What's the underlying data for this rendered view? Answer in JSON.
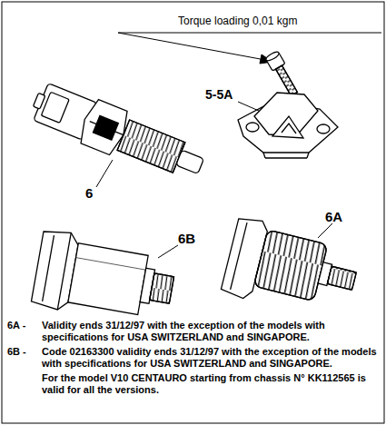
{
  "diagram": {
    "labels": [
      "Torque loading 0,01 kgm",
      "5-5A",
      "6",
      "6B",
      "6A",
      "6A -",
      "Validity ends 31/12/97 with the exception of the models with specifications for USA SWITZERLAND and SINGAPORE.",
      "6B -",
      "Code 02163300 validity ends 31/12/97 with the exception of the models with specifications for USA  SWITZERLAND and SINGAPORE.",
      "For the model V10 CENTAURO starting from chassis N° KK112565 is valid for all the versions."
    ]
  }
}
